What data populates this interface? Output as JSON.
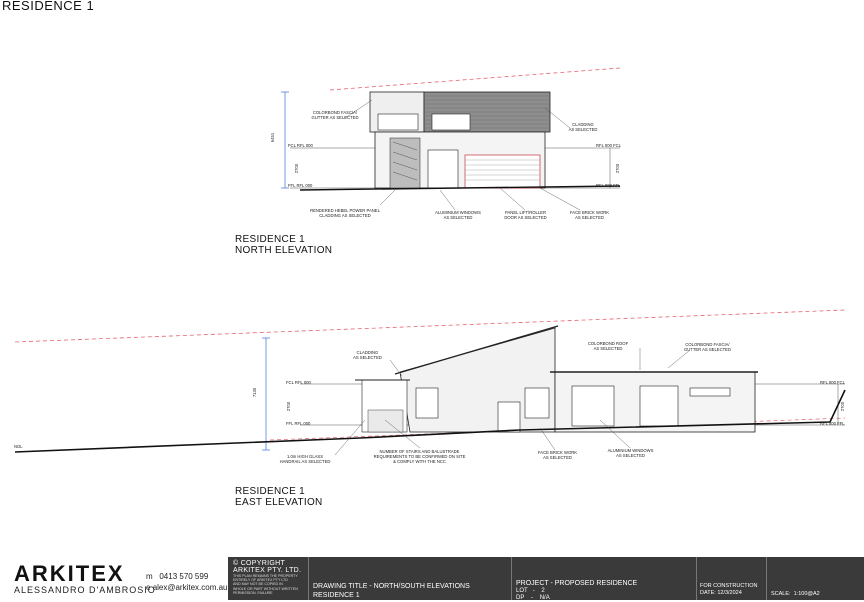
{
  "page": {
    "title": "RESIDENCE 1"
  },
  "north": {
    "label_line1": "RESIDENCE 1",
    "label_line2": "NORTH ELEVATION",
    "notes": {
      "fascia": "COLORBOND FASCIA/\nGUTTER AS SELECTED",
      "cladding": "CLADDING\nAS SELECTED",
      "hebel": "RENDERED HEBEL POWER PANEL\nCLADDING AS SELECTED",
      "windows": "ALUMINIUM WINDOWS\nAS SELECTED",
      "door": "PANEL LIFT/ROLLER\nDOOR AS SELECTED",
      "brick": "FACE BRICK WORK\nAS SELECTED"
    },
    "dims": {
      "total": "6451",
      "ceiling": "2700"
    },
    "levels": {
      "fcl_left": "FCL RFL 000",
      "ffl_left": "FFL RFL 000",
      "fcl_right": "RFL 000 FCL",
      "ffl_right": "RFL 000 FFL"
    }
  },
  "east": {
    "label_line1": "RESIDENCE 1",
    "label_line2": "EAST ELEVATION",
    "notes": {
      "cladding": "CLADDING\nAS SELECTED",
      "roof": "COLORBOND ROOF\nAS SELECTED",
      "fascia": "COLORBOND FASCIA/\nGUTTER AS SELECTED",
      "handrail": "1.0m HIGH GLASS\nHANDRAIL AS SELECTED",
      "stairs": "NUMBER OF STAIRS AND BALUSTRADE\nREQUIREMENTS TO BE CONFIRMED ON SITE\n& COMPLY WITH THE NCC",
      "brick": "FACE BRICK WORK\nAS SELECTED",
      "windows": "ALUMINIUM WINDOWS\nAS SELECTED"
    },
    "dims": {
      "total": "7130",
      "ceiling": "2700"
    },
    "levels": {
      "fcl_left": "FCL RFL 000",
      "ffl_left": "FFL RFL 000",
      "fcl_right": "RFL 000 FCL",
      "ffl_right": "RFL 000 FFL",
      "ngl": "NGL"
    }
  },
  "title_block": {
    "company": "ARKITEX",
    "designer": "ALESSANDRO D'AMBROSIO",
    "phone_label": "m",
    "phone": "0413 570 599",
    "email_label": "e",
    "email": "alex@arkitex.com.au",
    "copyright_title": "© COPYRIGHT",
    "copyright_company": "ARKITEX PTY. LTD.",
    "copyright_body": "THIS PLAN REMAINS THE PROPERTY\nENTIRELY OF ARKITEX PTY LTD\nAND MAY NOT BE COPIED IN\nWHOLE OR PART WITHOUT WRITTEN\nPERMISSION. FAILURE",
    "drawing_title": "DRAWING TITLE - NORTH/SOUTH ELEVATIONS",
    "drawing_sub": "RESIDENCE 1",
    "project": "PROJECT - PROPOSED RESIDENCE",
    "lot_label": "LOT",
    "lot_sep": "-",
    "lot_value": "2",
    "dp_label": "DP",
    "dp_sep": "-",
    "dp_value": "N/A",
    "status": "FOR CONSTRUCTION",
    "date_label": "DATE:",
    "date": "12/3/2024",
    "scale_label": "SCALE:",
    "scale": "1:100@A2"
  }
}
